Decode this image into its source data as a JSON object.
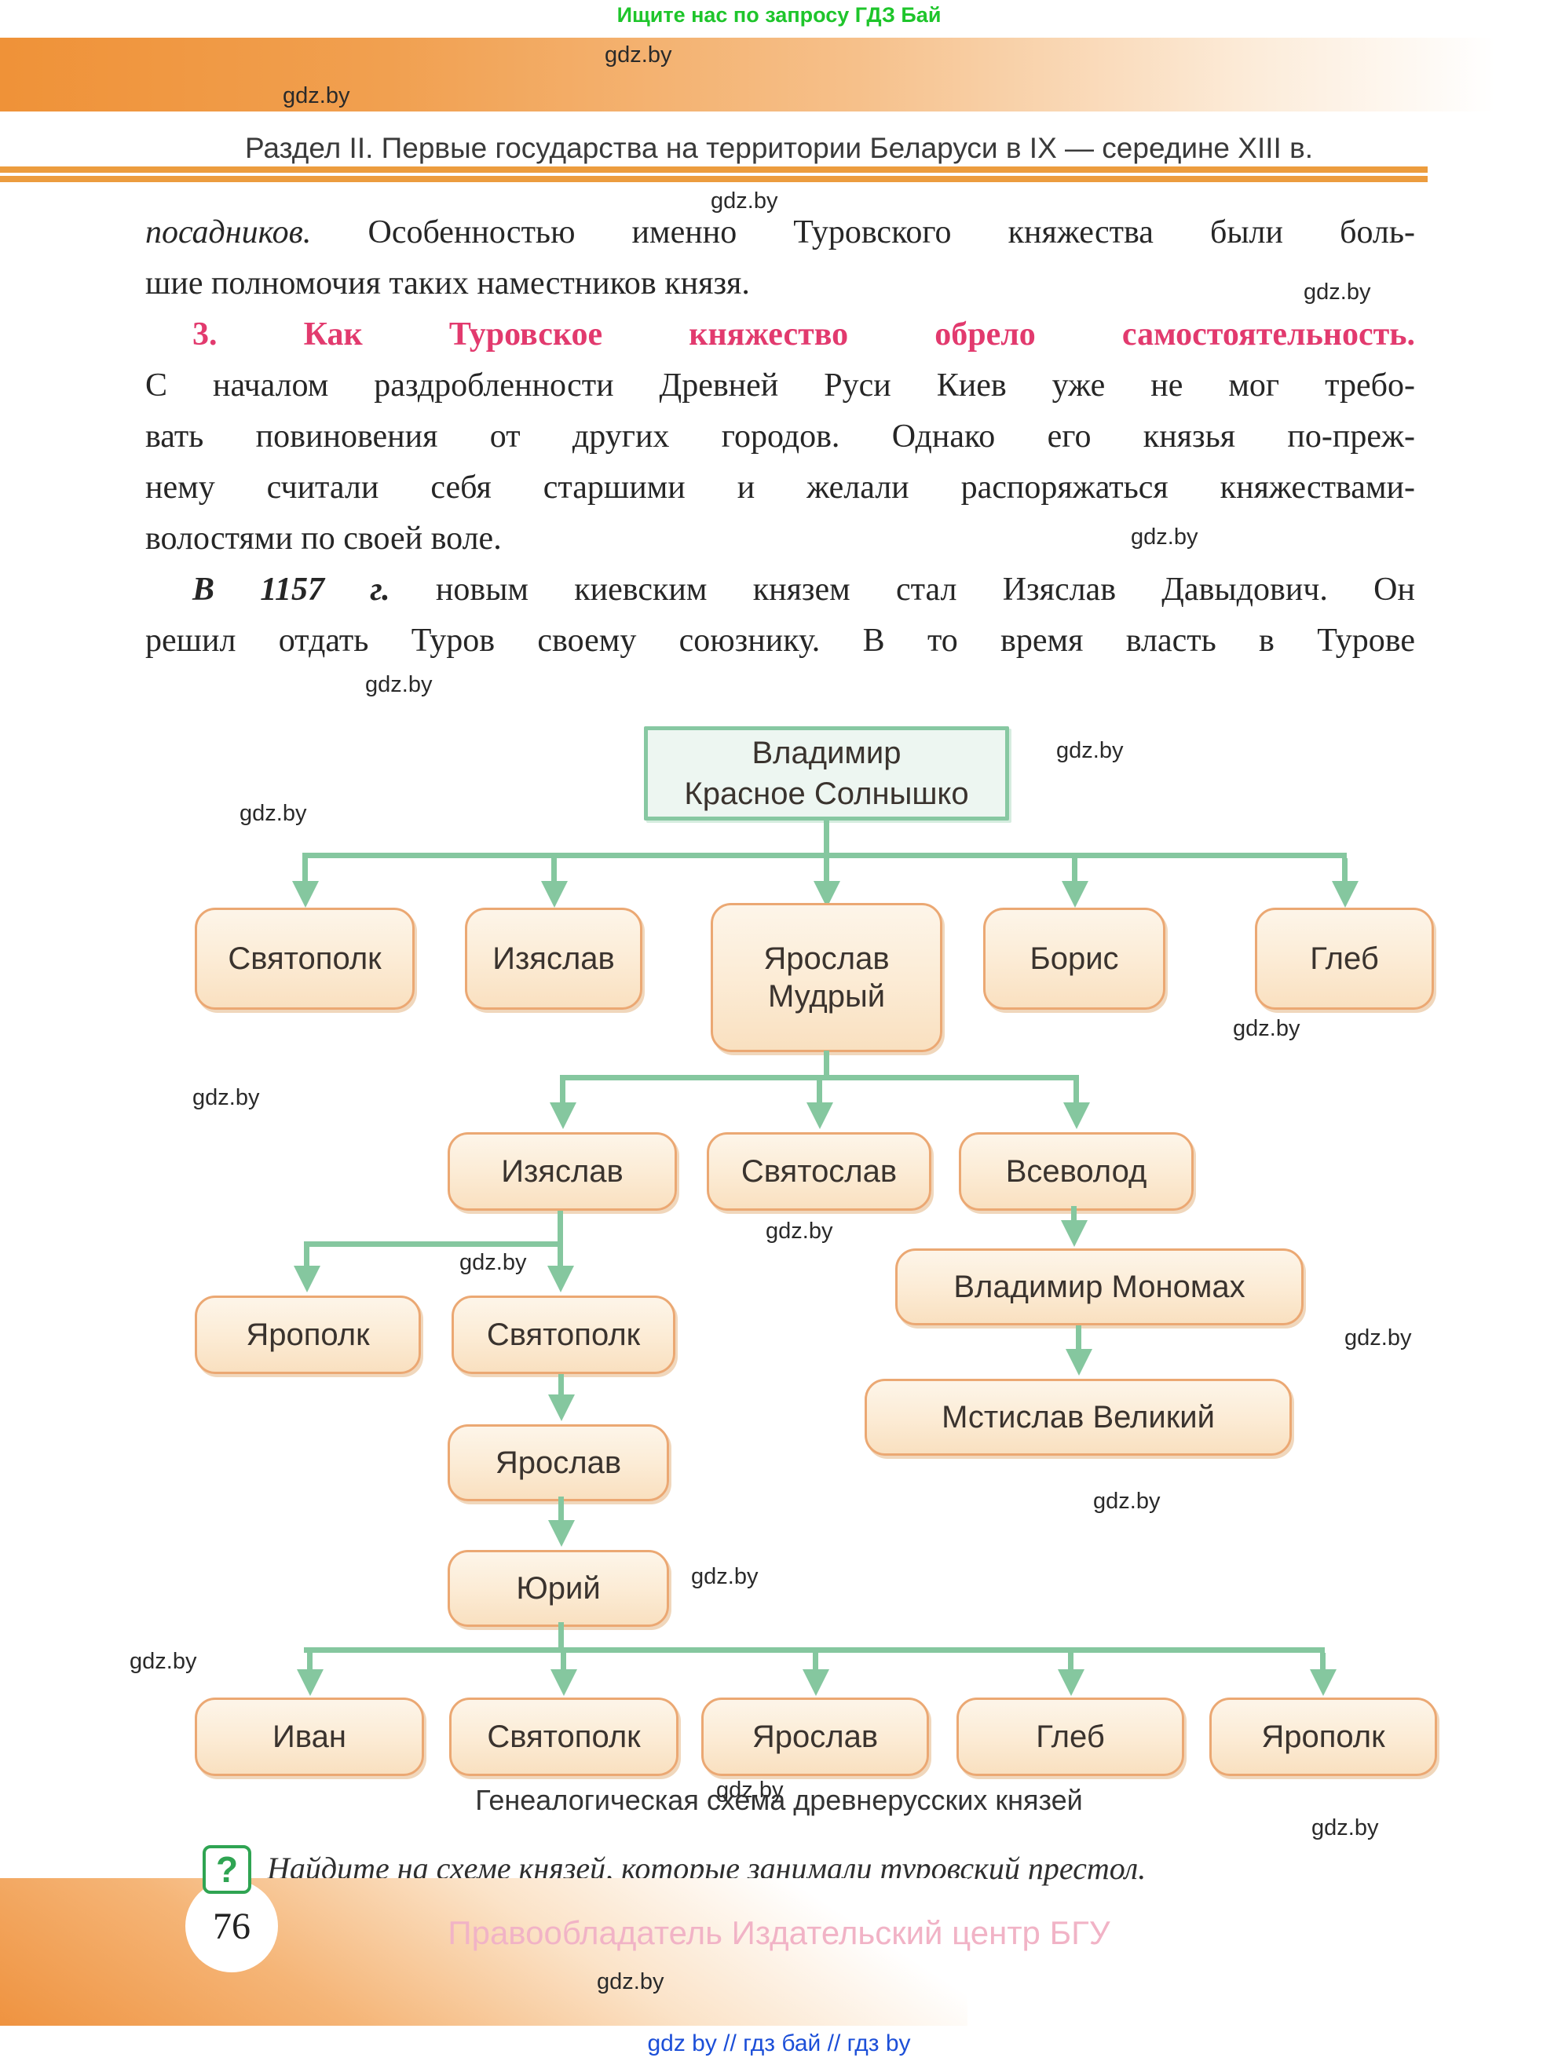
{
  "banner": {
    "text": "Ищите нас по запросу ГДЗ Бай"
  },
  "watermark": {
    "text": "gdz.by"
  },
  "header": {
    "section_title": "Раздел II. Первые государства на территории Беларуси в IX — середине XIII в."
  },
  "article": {
    "para1_lead_italic": "посадников.",
    "para1_line1_rest": " Особенностью именно Туровского княжества были боль-",
    "para1_line2": "шие полномочия таких наместников князя.",
    "heading": "3. Как Туровское княжество обрело самостоятельность.",
    "para2_line1": "С началом раздробленности Древней Руси Киев уже не мог требо-",
    "para2_line2": "вать повиновения от других городов. Однако его князья по-преж-",
    "para2_line3": "нему считали себя старшими и желали распоряжаться княжествами-",
    "para2_line4": "волостями по своей воле.",
    "para3_lead_bold_italic": "В 1157 г.",
    "para3_line1_rest": " новым киевским князем стал Изяслав Давыдович. Он",
    "para3_line2": "решил отдать Туров своему союзнику. В то время власть в Турове"
  },
  "diagram": {
    "root_line1": "Владимир",
    "root_line2": "Красное Солнышко",
    "row1": [
      "Святополк",
      "Изяслав",
      "Борис",
      "Глеб"
    ],
    "ym_line1": "Ярослав",
    "ym_line2": "Мудрый",
    "row2": [
      "Изяслав",
      "Святослав",
      "Всеволод"
    ],
    "row3": [
      "Ярополк",
      "Святополк"
    ],
    "vladimir_monomakh": "Владимир Мономах",
    "mstislav_velikiy": "Мстислав Великий",
    "yaroslav3": "Ярослав",
    "yuri": "Юрий",
    "bottom": [
      "Иван",
      "Святополк",
      "Ярослав",
      "Глеб",
      "Ярополк"
    ],
    "caption": "Генеалогическая схема древнерусских князей",
    "question_mark": "?",
    "question": "Найдите на схеме князей, которые занимали туровский престол."
  },
  "footer": {
    "page_number": "76",
    "copyright": "Правообладатель Издательский центр БГУ",
    "links": "gdz by  //  гдз бай  //  гдз by"
  },
  "colors": {
    "banner_green": "#1ec52b",
    "topbar_orange": "#ef9238",
    "rule_orange": "#ec9c3e",
    "heading_pink": "#e23a6e",
    "arrow_green": "#85c79f",
    "root_border_green": "#87c8a2",
    "box_border_orange": "#eba873",
    "question_green": "#2fa452",
    "copyright_pink": "#f1b3c6",
    "links_blue": "#1c4fd8"
  }
}
